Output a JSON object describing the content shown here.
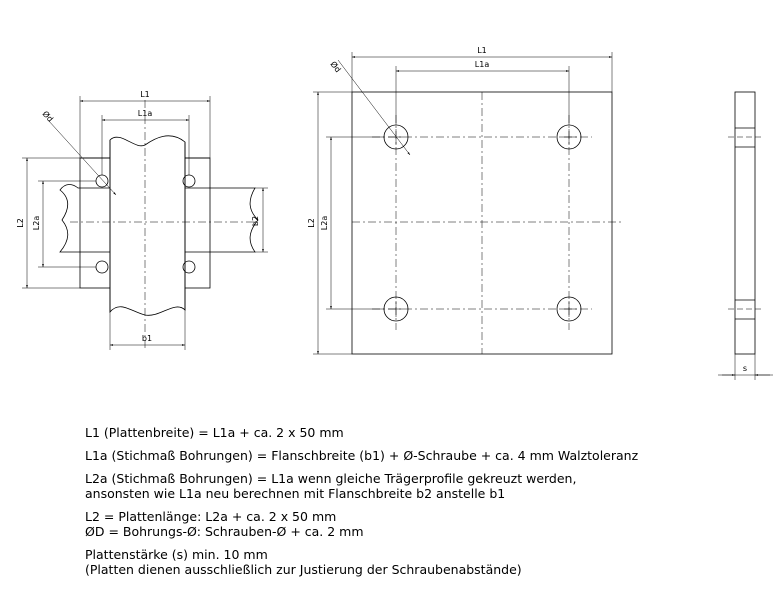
{
  "drawing": {
    "left_view": {
      "dims": {
        "L1": "L1",
        "L1a": "L1a",
        "L2": "L2",
        "L2a": "L2a",
        "b1": "b1",
        "b2": "b2",
        "d": "Ød"
      }
    },
    "front_view": {
      "dims": {
        "L1": "L1",
        "L1a": "L1a",
        "L2": "L2",
        "L2a": "L2a",
        "d": "Ød"
      }
    },
    "side_view": {
      "dims": {
        "s": "s"
      }
    }
  },
  "notes": {
    "line1": "L1 (Plattenbreite) = L1a + ca. 2 x 50 mm",
    "line2": "L1a (Stichmaß Bohrungen) = Flanschbreite (b1) + Ø-Schraube + ca. 4 mm Walztoleranz",
    "line3a": "L2a (Stichmaß Bohrungen) = L1a wenn gleiche Trägerprofile gekreuzt werden,",
    "line3b": "ansonsten wie L1a neu berechnen mit Flanschbreite b2 anstelle b1",
    "line4a": "L2 = Plattenlänge: L2a + ca. 2 x 50 mm",
    "line4b": "ØD = Bohrungs-Ø: Schrauben-Ø + ca. 2 mm",
    "line5a": "Plattenstärke (s) min. 10 mm",
    "line5b": "(Platten dienen ausschließlich zur Justierung der Schraubenabstände)"
  }
}
